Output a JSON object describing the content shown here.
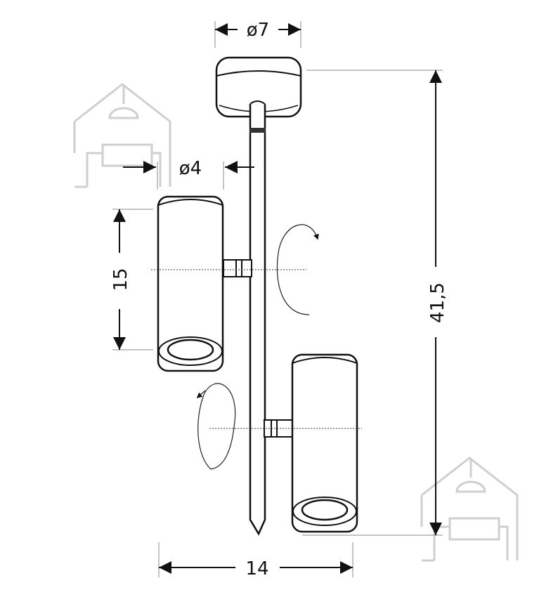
{
  "dimensions": {
    "canopy_diameter": "ø7",
    "shade_diameter": "ø4",
    "shade_height": "15",
    "total_height": "41,5",
    "total_width": "14"
  },
  "icons": {
    "watermark": "house-lamp-sofa-icon",
    "rotation": "rotation-arrow-icon"
  },
  "colors": {
    "line": "#111111",
    "watermark": "#cfcfcf",
    "background": "#ffffff"
  }
}
